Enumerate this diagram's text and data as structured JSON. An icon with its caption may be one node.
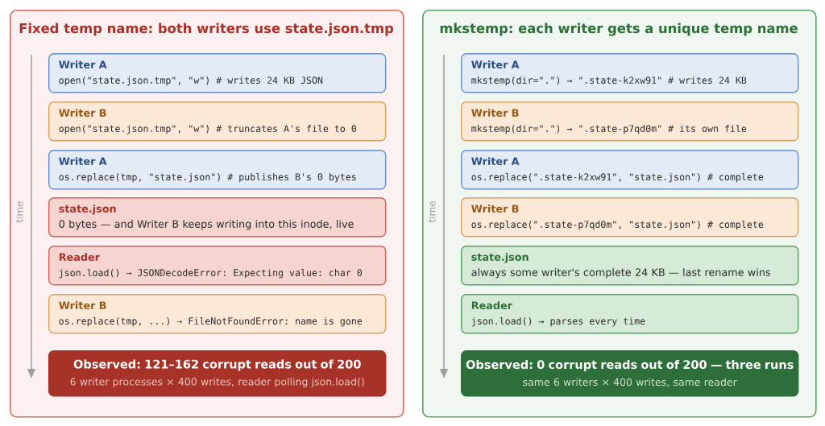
{
  "diagram": {
    "nodes": [
      {
        "text": [
          "Fixed temp name: both writers use state.json.tmp"
        ]
      },
      {
        "text": [
          "Writer A",
          "open(\"state.json.tmp\", \"w\") # writes 24 KB JSON"
        ],
        "in": 0
      },
      {
        "text": [
          "Writer B",
          "open(\"state.json.tmp\", \"w\") # truncates A's file to 0"
        ],
        "in": 0
      },
      {
        "text": [
          "Writer A",
          "os.replace(tmp, \"state.json\") # publishes B's 0 bytes"
        ],
        "in": 0
      },
      {
        "text": [
          "state.json",
          "0 bytes — and Writer B keeps writing into this inode, live"
        ],
        "in": 0
      },
      {
        "text": [
          "Reader",
          "json.load() → JSONDecodeError: Expecting value: char 0"
        ],
        "in": 0
      },
      {
        "text": [
          "Writer B",
          "os.replace(tmp, ...) → FileNotFoundError: name is gone"
        ],
        "in": 0
      },
      {
        "text": [
          "Observed: 121–162 corrupt reads out of 200",
          "6 writer processes × 400 writes, reader polling json.load()"
        ],
        "in": 0
      },
      {
        "text": [
          "mkstemp: each writer gets a unique temp name"
        ]
      },
      {
        "text": [
          "Writer A",
          "mkstemp(dir=\".\") → \".state-k2xw91\" # writes 24 KB"
        ],
        "in": 8
      },
      {
        "text": [
          "Writer B",
          "mkstemp(dir=\".\") → \".state-p7qd0m\" # its own file"
        ],
        "in": 8
      },
      {
        "text": [
          "Writer A",
          "os.replace(\".state-k2xw91\", \"state.json\") # complete"
        ],
        "in": 8
      },
      {
        "text": [
          "Writer B",
          "os.replace(\".state-p7qd0m\", \"state.json\") # complete"
        ],
        "in": 8
      },
      {
        "text": [
          "state.json",
          "always some writer's complete 24 KB — last rename wins"
        ],
        "in": 8
      },
      {
        "text": [
          "Reader",
          "json.load() → parses every time"
        ],
        "in": 8
      },
      {
        "text": [
          "Observed: 0 corrupt reads out of 200 — three runs",
          "same 6 writers × 400 writes, same reader"
        ],
        "in": 8
      }
    ],
    "labels": [
      "time",
      "time"
    ]
  }
}
